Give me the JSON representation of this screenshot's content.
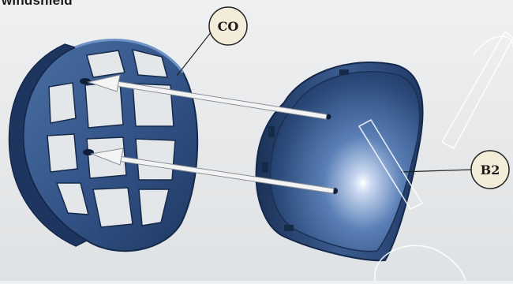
{
  "heading": {
    "text": "windshield"
  },
  "callouts": [
    {
      "id": "co",
      "label": "CO"
    },
    {
      "id": "b2",
      "label": "B2"
    }
  ],
  "colors": {
    "part_blue": "#2f4f7d",
    "part_dark": "#1c3258",
    "part_light": "#5d82b6",
    "arrow_fill": "#f4f4f4",
    "callout_bg": "#f2ecd9"
  }
}
